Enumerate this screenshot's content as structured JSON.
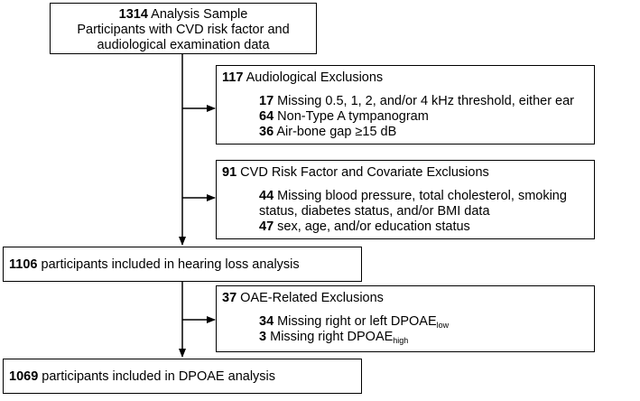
{
  "analysis_sample": {
    "count": "1314",
    "title": "Analysis Sample",
    "line2": "Participants with CVD risk factor and",
    "line3": "audiological examination data"
  },
  "audiological_exclusions": {
    "count": "117",
    "title": "Audiological Exclusions",
    "items": [
      {
        "count": "17",
        "text": "Missing 0.5, 1, 2, and/or 4 kHz threshold, either ear"
      },
      {
        "count": "64",
        "text": "Non-Type A tympanogram"
      },
      {
        "count": "36",
        "text": "Air-bone gap ≥15 dB"
      }
    ]
  },
  "cvd_exclusions": {
    "count": "91",
    "title": "CVD Risk Factor and Covariate Exclusions",
    "items": [
      {
        "count": "44",
        "text": "Missing blood pressure, total cholesterol, smoking",
        "text2": "status, diabetes status, and/or BMI data"
      },
      {
        "count": "47",
        "text": "sex, age, and/or education status"
      }
    ]
  },
  "hearing_loss": {
    "count": "1106",
    "text": "participants included in hearing loss analysis"
  },
  "oae_exclusions": {
    "count": "37",
    "title": "OAE-Related Exclusions",
    "items": [
      {
        "count": "34",
        "text": "Missing right or left DPOAE",
        "sub": "low"
      },
      {
        "count": "3",
        "text": "Missing right DPOAE",
        "sub": "high"
      }
    ]
  },
  "dpoae": {
    "count": "1069",
    "text": "participants included in DPOAE analysis"
  }
}
